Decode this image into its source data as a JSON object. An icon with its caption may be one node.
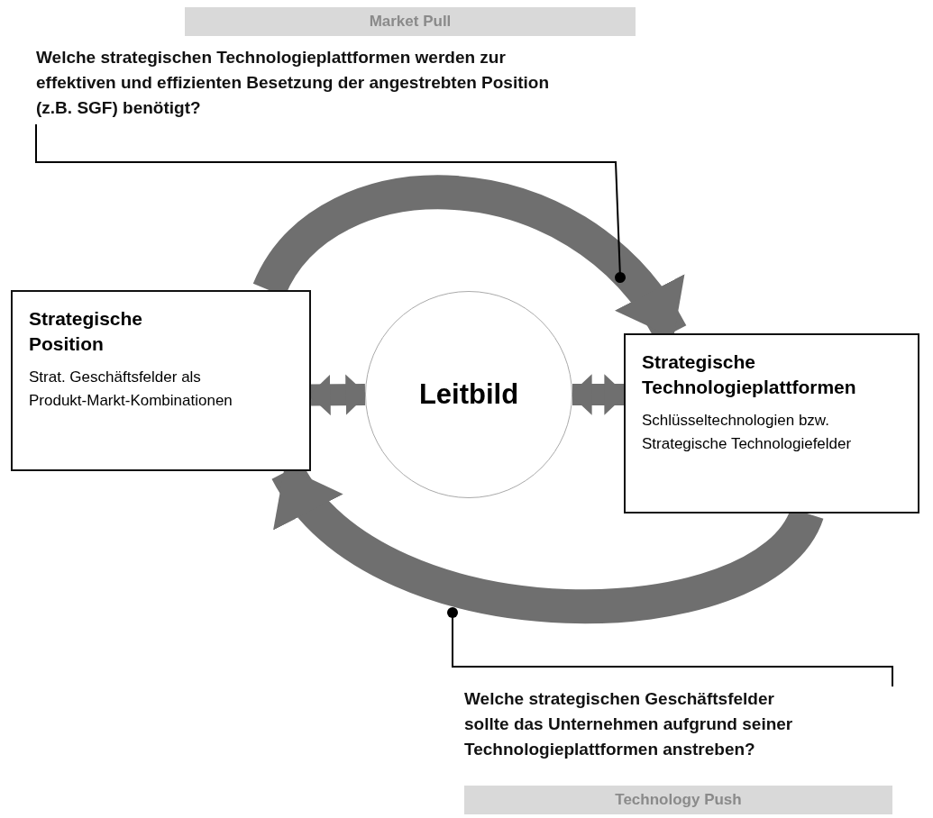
{
  "diagram": {
    "nodes": [
      {
        "text": [
          "Market Pull"
        ]
      },
      {
        "text": [
          "Welche strategischen Technologieplattformen werden zur effektiven und effizienten Besetzung der angestrebten Position (z.B. SGF) benötigt?"
        ]
      },
      {
        "text": [
          "Strategische Position",
          "Strat. Geschäftsfelder als Produkt-Markt-Kombinationen"
        ]
      },
      {
        "text": [
          "Leitbild"
        ]
      },
      {
        "text": [
          "Strategische Technologieplattformen",
          "Schlüsseltechnologien bzw. Strategische Technologiefelder"
        ]
      },
      {
        "text": [
          "Welche strategischen Geschäftsfelder sollte das Unternehmen aufgrund seiner Technologieplattformen anstreben?"
        ]
      },
      {
        "text": [
          "Technology Push"
        ]
      }
    ],
    "edges": [
      {
        "from": 2,
        "to": 4,
        "arrow": "to"
      },
      {
        "from": 4,
        "to": 2,
        "arrow": "to"
      },
      {
        "from": 3,
        "to": 2,
        "arrow": "both"
      },
      {
        "from": 3,
        "to": 4,
        "arrow": "both"
      },
      {
        "from": 1,
        "to": null,
        "arrow": "other",
        "color": "#000000"
      },
      {
        "from": 5,
        "to": null,
        "arrow": "other",
        "color": "#000000"
      }
    ]
  }
}
